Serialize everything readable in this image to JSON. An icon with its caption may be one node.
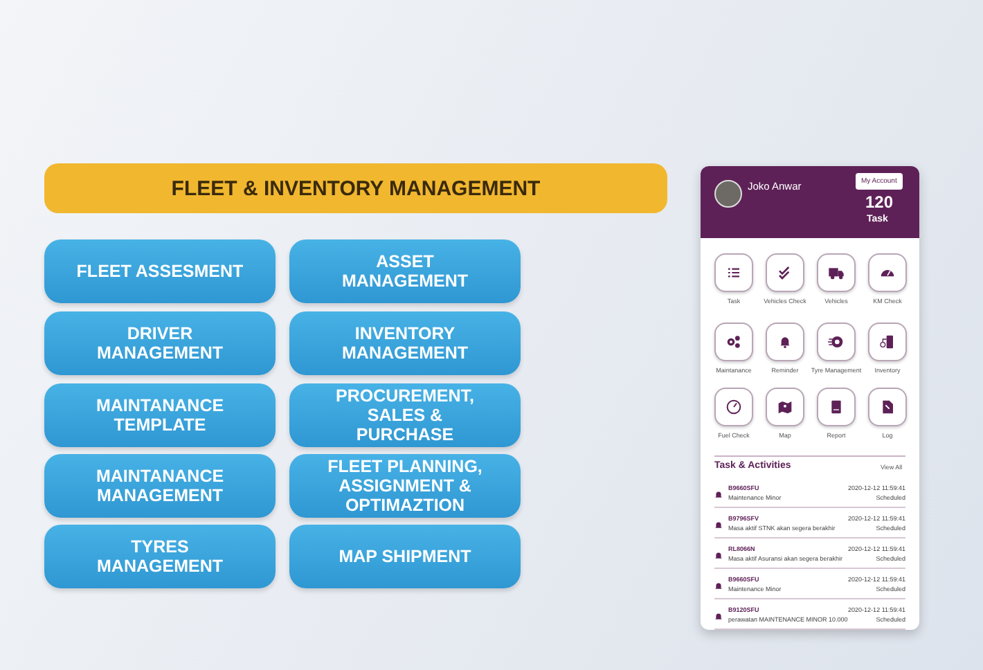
{
  "diagram": {
    "nodes": [
      {
        "text": [
          "FLEET & INVENTORY MANAGEMENT"
        ]
      },
      {
        "text": [
          "FLEET ASSESMENT"
        ]
      },
      {
        "text": [
          "ASSET MANAGEMENT"
        ]
      },
      {
        "text": [
          "DRIVER MANAGEMENT"
        ]
      },
      {
        "text": [
          "INVENTORY MANAGEMENT"
        ]
      },
      {
        "text": [
          "MAINTANANCE TEMPLATE"
        ]
      },
      {
        "text": [
          "PROCUREMENT, SALES & PURCHASE"
        ]
      },
      {
        "text": [
          "MAINTANANCE MANAGEMENT"
        ]
      },
      {
        "text": [
          "FLEET PLANNING, ASSIGNMENT & OPTIMAZTION"
        ]
      },
      {
        "text": [
          "TYRES MANAGEMENT"
        ]
      },
      {
        "text": [
          "MAP SHIPMENT"
        ]
      }
    ],
    "labels": [
      "Joko Anwar",
      "My Account",
      "120",
      "Task",
      "Task",
      "Vehicles Check",
      "Vehicles",
      "KM Check",
      "Maintanance",
      "Reminder",
      "Tyre Management",
      "Inventory",
      "Fuel Check",
      "Map",
      "Report",
      "Log",
      "Task & Activities",
      "View All",
      "B9660SFU",
      "2020-12-12 11:59:41",
      "Maintenance Minor",
      "Scheduled",
      "B9796SFV",
      "2020-12-12 11:59:41",
      "Masa aktif STNK akan segera berakhir",
      "Scheduled",
      "RL8066N",
      "2020-12-12 11:59:41",
      "Masa aktif Asuransi akan segera berakhir",
      "Scheduled",
      "B9660SFU",
      "2020-12-12 11:59:41",
      "Maintenance Minor",
      "Scheduled",
      "B9120SFU",
      "2020-12-12 11:59:41",
      "perawatan MAINTENANCE MINOR 10.000",
      "Scheduled"
    ]
  }
}
